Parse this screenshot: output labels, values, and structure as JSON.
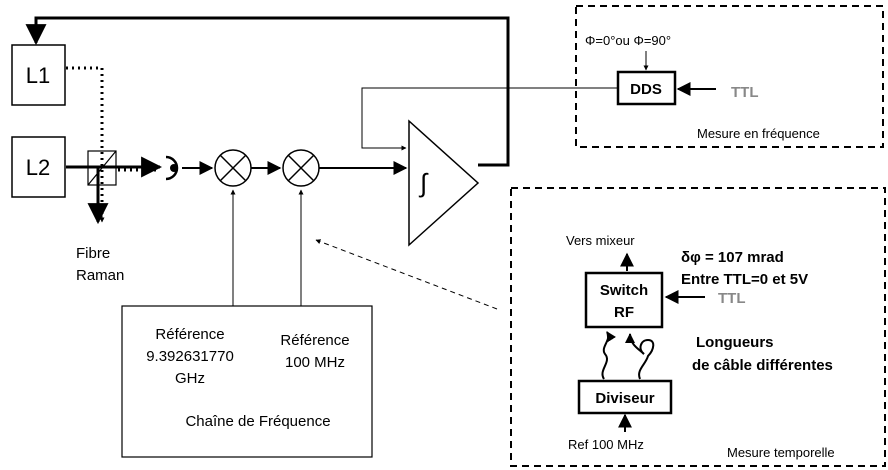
{
  "lasers": {
    "l1": "L1",
    "l2": "L2"
  },
  "fibre": {
    "line1": "Fibre",
    "line2": "Raman"
  },
  "phase_label": "Φ=0°ou Φ=90°",
  "dds": "DDS",
  "ttl_dds": "TTL",
  "freq_box_title": "Mesure en fréquence",
  "integrator_symbol": "∫",
  "chain": {
    "ref1_line1": "Référence",
    "ref1_line2": "9.392631770",
    "ref1_line3": "GHz",
    "ref2_line1": "Référence",
    "ref2_line2": "100 MHz",
    "title": "Chaîne de Fréquence"
  },
  "temporal": {
    "vers_mixeur": "Vers mixeur",
    "delta_phi": "δφ = 107 mrad",
    "entre_ttl": "Entre TTL=0 et 5V",
    "switch_line1": "Switch",
    "switch_line2": "RF",
    "ttl": "TTL",
    "longueurs_line1": "Longueurs",
    "longueurs_line2": "de câble différentes",
    "diviseur": "Diviseur",
    "ref_100": "Ref 100 MHz",
    "title": "Mesure temporelle"
  }
}
